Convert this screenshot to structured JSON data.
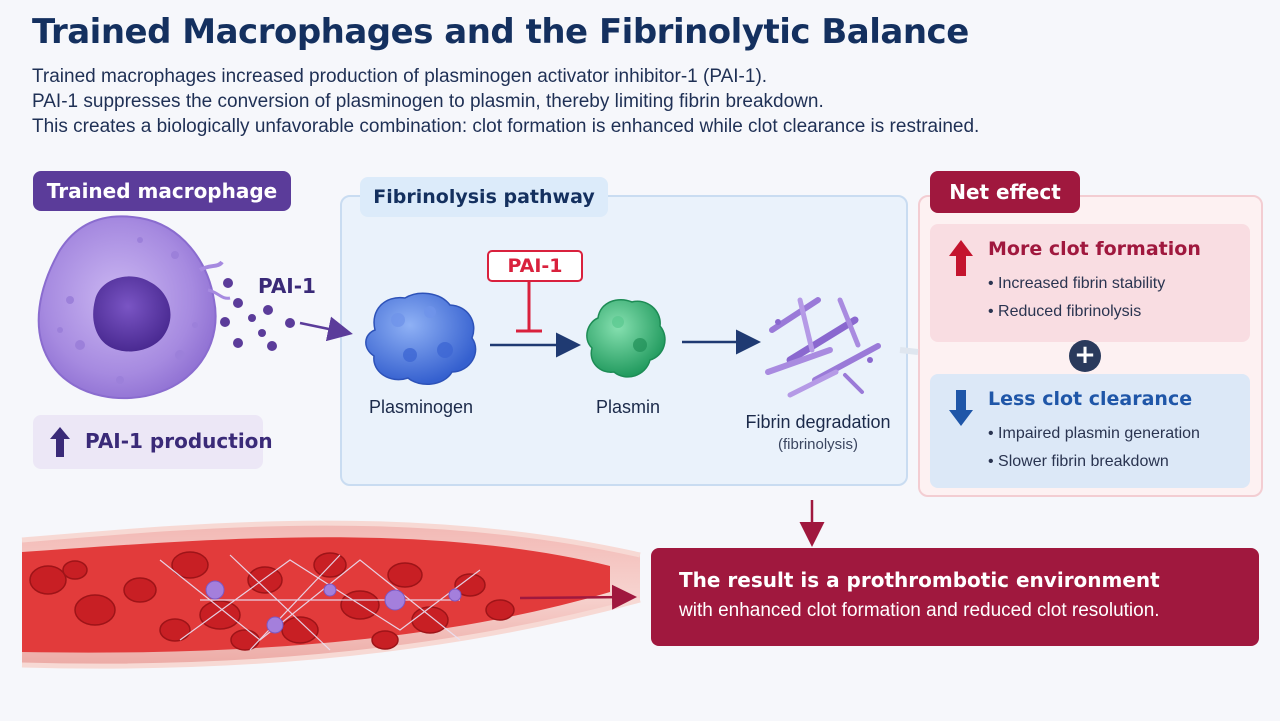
{
  "title": "Trained Macrophages and the Fibrinolytic Balance",
  "intro": [
    "Trained macrophages increased production of plasminogen activator inhibitor-1 (PAI-1).",
    "PAI-1 suppresses the conversion of plasminogen to plasmin, thereby limiting fibrin breakdown.",
    "This creates a biologically unfavorable combination: clot formation is enhanced while clot clearance is restrained."
  ],
  "macrophage": {
    "header": "Trained macrophage",
    "secreted_label": "PAI-1",
    "production_label": "PAI-1 production"
  },
  "pathway": {
    "header": "Fibrinolysis pathway",
    "inhibitor_label": "PAI-1",
    "plasminogen": "Plasminogen",
    "plasmin": "Plasmin",
    "fibrin": "Fibrin degradation",
    "fibrin_sub": "(fibrinolysis)"
  },
  "net_effect": {
    "header": "Net effect",
    "more": {
      "title": "More clot formation",
      "items": [
        "Increased fibrin stability",
        "Reduced fibrinolysis"
      ]
    },
    "less": {
      "title": "Less clot clearance",
      "items": [
        "Impaired plasmin generation",
        "Slower fibrin breakdown"
      ]
    }
  },
  "result": {
    "title": "The result is a prothrombotic environment",
    "subtitle": "with enhanced clot formation and reduced clot resolution."
  },
  "colors": {
    "purple": "#5b3c9a",
    "blue": "#1f56a8",
    "red": "#a0183e",
    "inhibitor_red": "#d9213d",
    "navy": "#14305f"
  },
  "icons": [
    "up-arrow-icon",
    "down-arrow-icon",
    "plus-icon",
    "inhibition-bar-icon"
  ]
}
